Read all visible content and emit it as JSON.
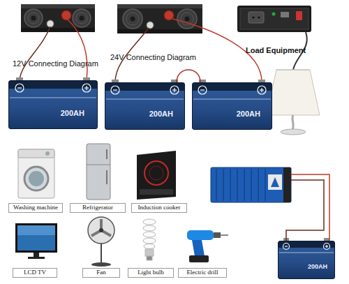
{
  "diagram": {
    "nodes": [
      {
        "text": [
          "200AH"
        ]
      },
      {
        "text": [
          "200AH"
        ]
      },
      {
        "text": [
          "200AH"
        ]
      },
      {
        "text": [
          "Washing machine"
        ]
      },
      {
        "text": [
          "Refrigerator"
        ]
      },
      {
        "text": [
          "Induction cooker"
        ]
      },
      {
        "text": [
          "200AH"
        ]
      },
      {
        "text": [
          "LCD TV"
        ]
      },
      {
        "text": [
          "Fan"
        ]
      },
      {
        "text": [
          "Light bulb"
        ]
      },
      {
        "text": [
          "Electric drill"
        ]
      }
    ],
    "edges": [
      {
        "from": 1,
        "to": 2,
        "arrow": "none"
      }
    ],
    "labels": [
      "12V Connecting Diagram",
      "24V Connecting Diagram",
      "Load Equipment"
    ]
  }
}
